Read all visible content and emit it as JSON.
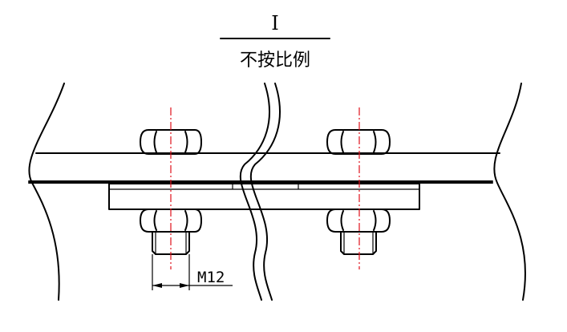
{
  "header": {
    "detail_mark": "I",
    "scale_note": "不按比例"
  },
  "dimension": {
    "thread_label": "M12"
  },
  "colors": {
    "outline": "#000000",
    "centerline": "#e0101a"
  }
}
